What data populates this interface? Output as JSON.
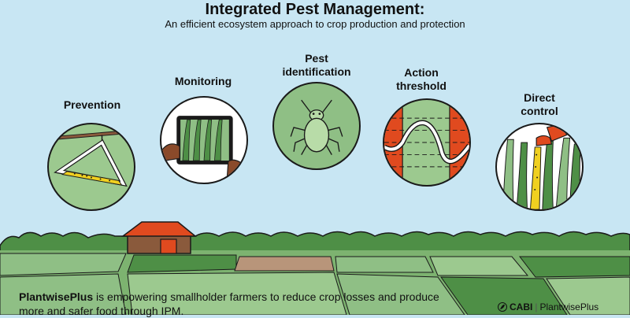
{
  "header": {
    "title": "Integrated Pest Management:",
    "subtitle": "An efficient ecosystem approach to crop production and protection"
  },
  "steps": [
    {
      "label": "Prevention",
      "icon": "sticky-trap-icon"
    },
    {
      "label": "Monitoring",
      "icon": "tablet-crop-icon"
    },
    {
      "label": "Pest\nidentification",
      "icon": "aphid-icon"
    },
    {
      "label": "Action\nthreshold",
      "icon": "threshold-wave-icon"
    },
    {
      "label": "Direct\ncontrol",
      "icon": "spray-icon"
    }
  ],
  "footer": {
    "brand_bold": "PlantwisePlus",
    "message": " is empowering smallholder farmers to reduce crop losses and produce more and safer food through IPM.",
    "logo_cabi": "CABI",
    "logo_name": "PlantwisePlus"
  },
  "colors": {
    "sky": "#c8e6f3",
    "circle_green": "#8fbf85",
    "field_green": "#6fa867",
    "field_light": "#9cc98f",
    "roof_red": "#e04a1f",
    "trap_yellow": "#f0d020"
  }
}
